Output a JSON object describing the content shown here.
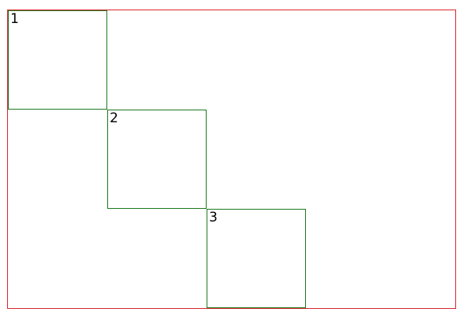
{
  "container": {
    "border_color": "#d9272e",
    "boxes": [
      {
        "label": "1",
        "border_color": "#1f7a1f"
      },
      {
        "label": "2",
        "border_color": "#1f7a1f"
      },
      {
        "label": "3",
        "border_color": "#1f7a1f"
      }
    ]
  }
}
